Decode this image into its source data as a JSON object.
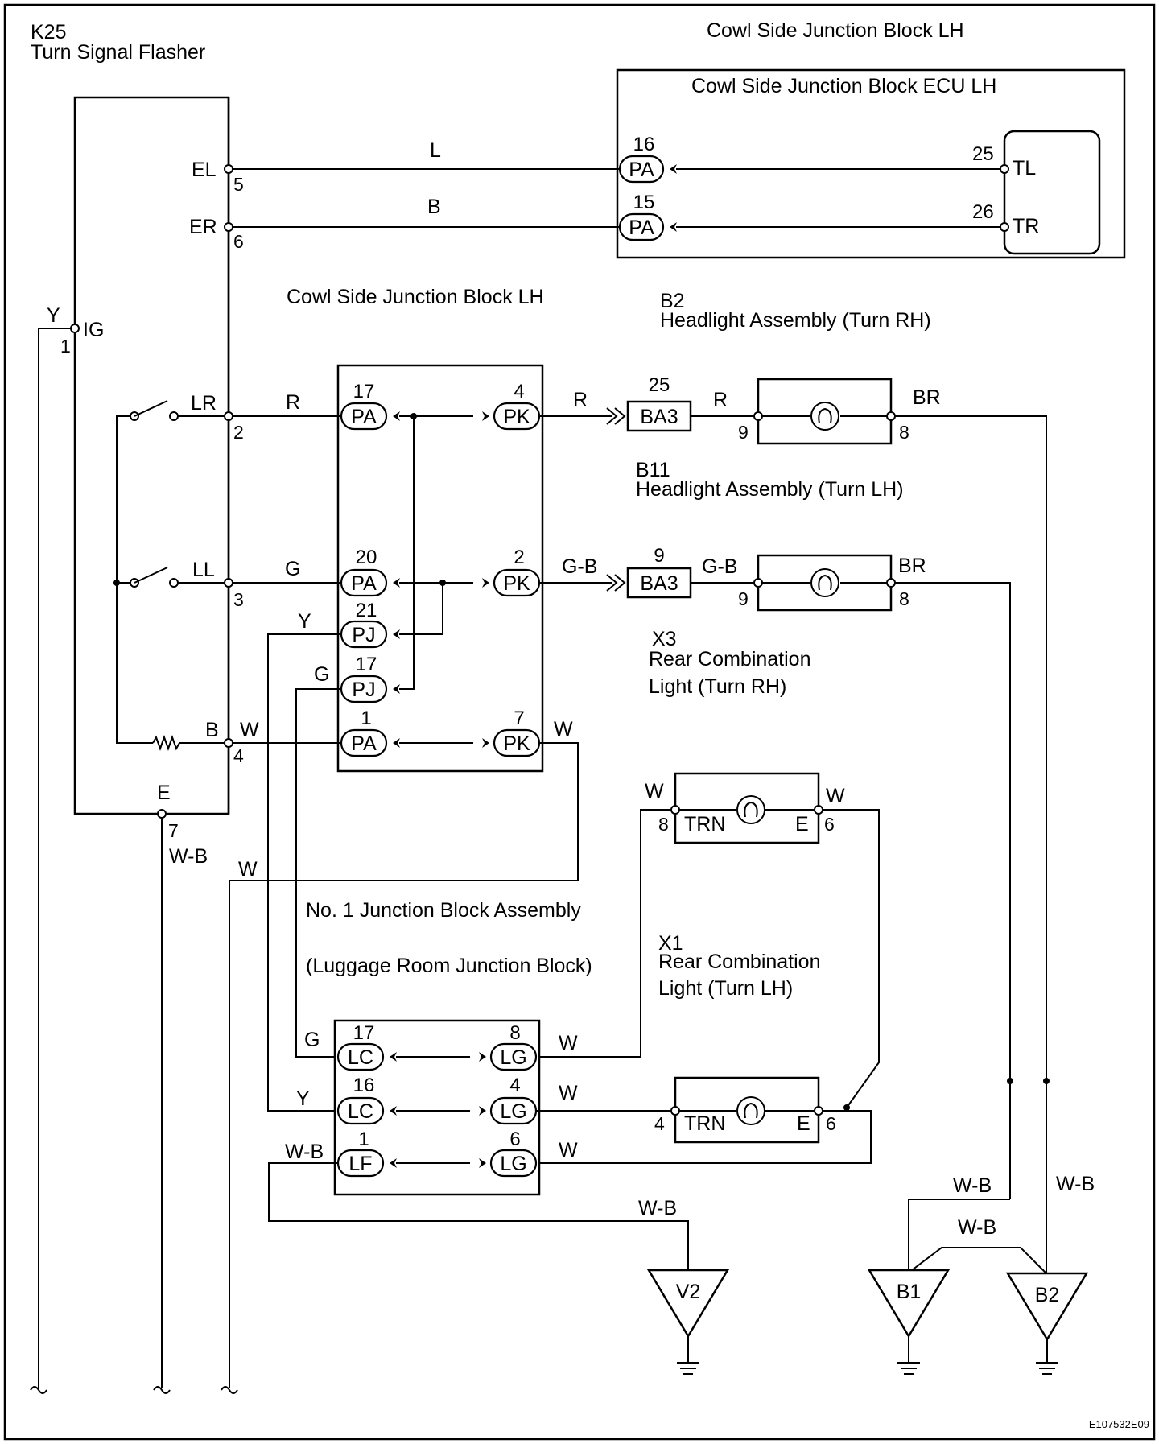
{
  "flasher": {
    "code": "K25",
    "name": "Turn Signal Flasher",
    "pins": {
      "EL": "EL",
      "EL_no": "5",
      "ER": "ER",
      "ER_no": "6",
      "IG": "IG",
      "IG_no": "1",
      "LR": "LR",
      "LR_no": "2",
      "LL": "LL",
      "LL_no": "3",
      "B": "B",
      "B_no": "4",
      "E": "E",
      "E_no": "7"
    }
  },
  "cowl": {
    "title_top": "Cowl Side Junction Block LH",
    "ecu_title": "Cowl Side Junction Block ECU LH",
    "title_mid": "Cowl Side Junction Block LH",
    "ecu_pins": {
      "TL": "TL",
      "TL_no": "25",
      "TR": "TR",
      "TR_no": "26"
    },
    "connectors": [
      {
        "code": "PA",
        "no": "16"
      },
      {
        "code": "PA",
        "no": "15"
      },
      {
        "code": "PA",
        "no": "17"
      },
      {
        "code": "PK",
        "no": "4"
      },
      {
        "code": "PA",
        "no": "20"
      },
      {
        "code": "PK",
        "no": "2"
      },
      {
        "code": "PJ",
        "no": "21"
      },
      {
        "code": "PJ",
        "no": "17"
      },
      {
        "code": "PA",
        "no": "1"
      },
      {
        "code": "PK",
        "no": "7"
      }
    ]
  },
  "wires": {
    "L": "L",
    "B": "B",
    "Y": "Y",
    "R": "R",
    "G": "G",
    "GB": "G-B",
    "BR": "BR",
    "W": "W",
    "WB": "W-B"
  },
  "headlight_rh": {
    "code": "B2",
    "name": "Headlight Assembly (Turn RH)",
    "conn": "BA3",
    "conn_no": "25",
    "pin_in": "9",
    "pin_out": "8"
  },
  "headlight_lh": {
    "code": "B11",
    "name": "Headlight Assembly (Turn LH)",
    "conn": "BA3",
    "conn_no": "9",
    "pin_in": "9",
    "pin_out": "8"
  },
  "rear_rh": {
    "code": "X3",
    "name_line1": "Rear Combination",
    "name_line2": "Light (Turn RH)",
    "trn": "TRN",
    "e": "E",
    "pin_in": "8",
    "pin_out": "6"
  },
  "rear_lh": {
    "code": "X1",
    "name_line1": "Rear Combination",
    "name_line2": "Light (Turn LH)",
    "trn": "TRN",
    "e": "E",
    "pin_in": "4",
    "pin_out": "6"
  },
  "junction1": {
    "title_line1": "No. 1 Junction Block Assembly",
    "title_line2": "(Luggage Room Junction Block)",
    "connectors": [
      {
        "code": "LC",
        "no": "17"
      },
      {
        "code": "LG",
        "no": "8"
      },
      {
        "code": "LC",
        "no": "16"
      },
      {
        "code": "LG",
        "no": "4"
      },
      {
        "code": "LF",
        "no": "1"
      },
      {
        "code": "LG",
        "no": "6"
      }
    ]
  },
  "grounds": {
    "V2": "V2",
    "B1": "B1",
    "B2": "B2"
  },
  "figure_id": "E107532E09"
}
